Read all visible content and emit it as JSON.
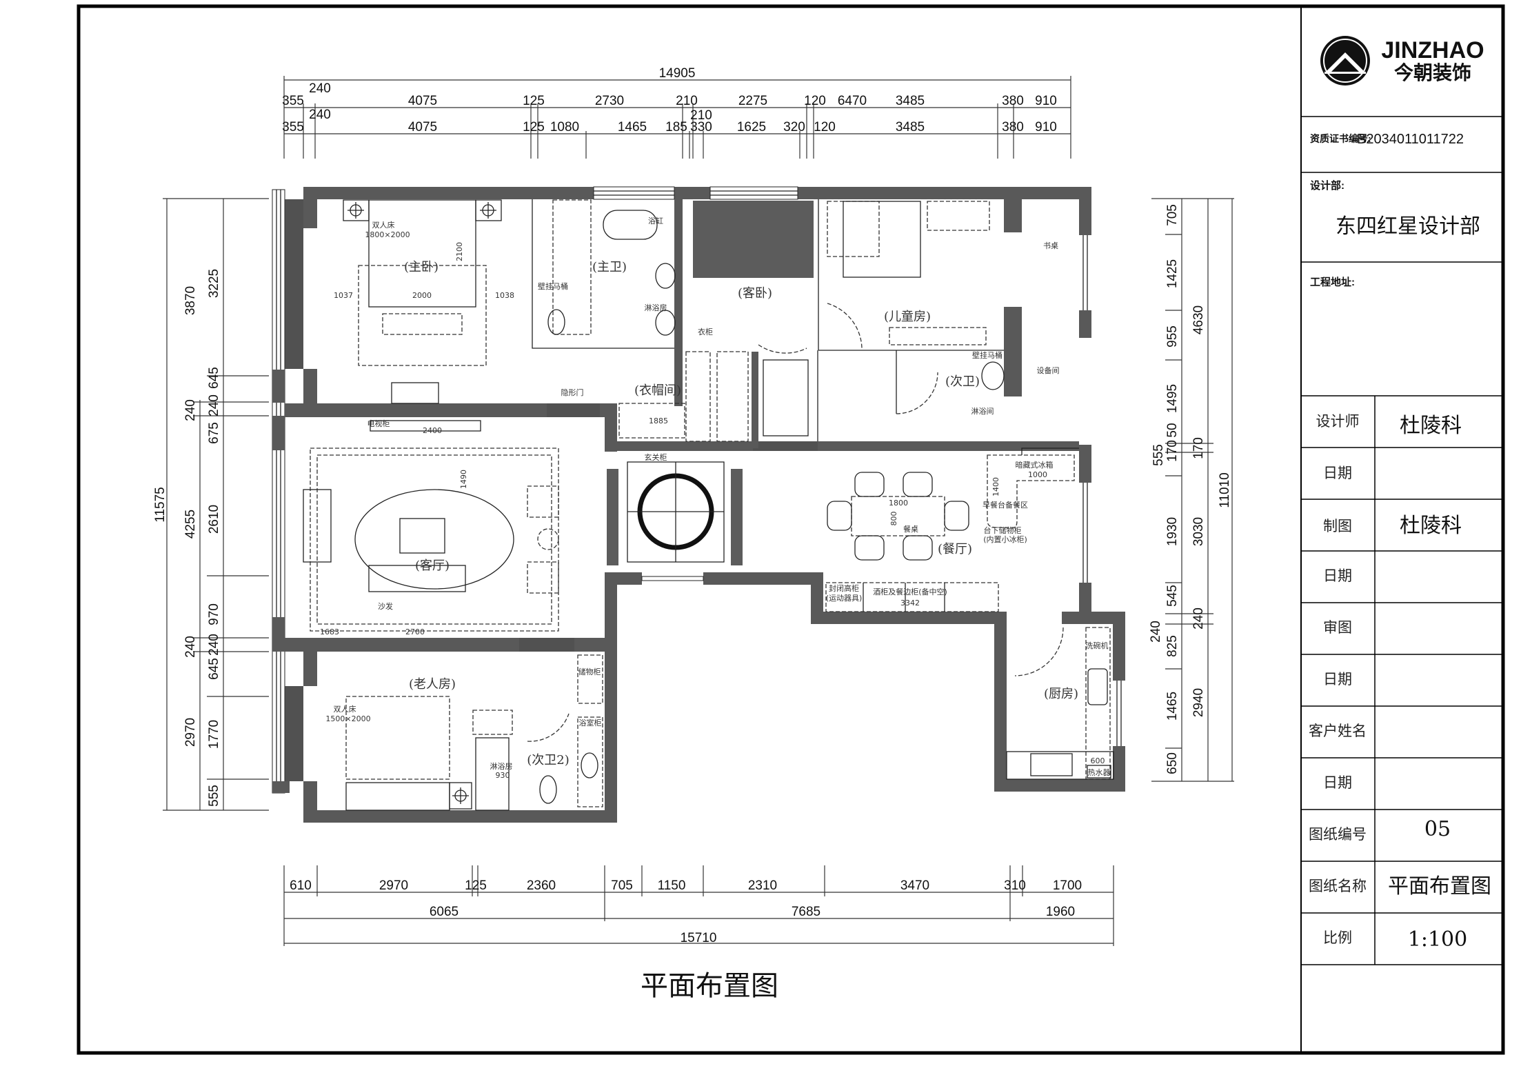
{
  "title_block": {
    "logo_text_en": "JINZHAO",
    "logo_text_cn": "今朝装饰",
    "cert_label": "资质证书编号:",
    "cert_number": "B2034011011722",
    "dept_label": "设计部:",
    "dept_value": "东四红星设计部",
    "address_label": "工程地址:",
    "address_value": "",
    "rows": [
      {
        "label": "设计师",
        "value": "杜陵科"
      },
      {
        "label": "日期",
        "value": ""
      },
      {
        "label": "制图",
        "value": "杜陵科"
      },
      {
        "label": "日期",
        "value": ""
      },
      {
        "label": "审图",
        "value": ""
      },
      {
        "label": "日期",
        "value": ""
      },
      {
        "label": "客户姓名",
        "value": ""
      },
      {
        "label": "日期",
        "value": ""
      },
      {
        "label": "图纸编号",
        "value": "05"
      },
      {
        "label": "图纸名称",
        "value": "平面布置图"
      },
      {
        "label": "比例",
        "value": "1:100"
      }
    ]
  },
  "drawing_title": "平面布置图",
  "dims": {
    "top_total": "14905",
    "top_row1": [
      "355",
      "240",
      "4075",
      "125",
      "2730",
      "210",
      "2275",
      "120",
      "6470",
      "3485",
      "380",
      "910"
    ],
    "top_row2": [
      "355",
      "240",
      "4075",
      "125",
      "1080",
      "1465",
      "185",
      "210",
      "330",
      "1625",
      "320",
      "120",
      "3485",
      "380",
      "910"
    ],
    "left_total": "11575",
    "left_col1": [
      "3870",
      "240",
      "4255",
      "240",
      "2970"
    ],
    "left_col2": [
      "3225",
      "645",
      "240",
      "675",
      "2610",
      "970",
      "240",
      "645",
      "1770",
      "555"
    ],
    "right_total": "11010",
    "right_col1": [
      "705",
      "1425",
      "955",
      "1495",
      "50",
      "555",
      "170",
      "1930",
      "545",
      "240",
      "825",
      "1465",
      "650"
    ],
    "right_col2": [
      "4630",
      "170",
      "3030",
      "240",
      "2940"
    ],
    "bottom_row1": [
      "610",
      "2970",
      "125",
      "2360",
      "705",
      "1150",
      "2310",
      "3470",
      "310",
      "1700"
    ],
    "bottom_row2": [
      "6065",
      "7685",
      "1960"
    ],
    "bottom_total": "15710"
  },
  "rooms": {
    "master_bedroom": "(主卧)",
    "master_bath": "(主卫)",
    "guest_bedroom": "(客卧)",
    "kids_room": "(儿童房)",
    "cloakroom": "(衣帽间)",
    "second_bath": "(次卫)",
    "equipment_room": "设备间",
    "living_room": "(客厅)",
    "dining_room": "(餐厅)",
    "elderly_room": "(老人房)",
    "second_bath_2": "(次卫2)",
    "kitchen": "(厨房)"
  },
  "notes": {
    "double_bed": "双人床",
    "bed_size_1": "1800×2000",
    "bed_dim_w": "2000",
    "bed_dim_l": "2100",
    "bed_side_l": "1037",
    "bed_side_r": "1038",
    "bathtub": "浴缸",
    "wall_toilet": "壁挂马桶",
    "shower": "淋浴房",
    "wardrobe": "衣柜",
    "hidden_door": "隐形门",
    "desk": "书桌",
    "shower_room": "淋浴间",
    "wall_toilet_2": "壁挂马桶",
    "tv_cabinet": "电视柜",
    "tv_dim": "2400",
    "sofa": "沙发",
    "sofa_dim": "2700",
    "living_dim_1": "1683",
    "living_dim_2": "1490",
    "foyer_cabinet": "玄关柜",
    "cloak_dim": "1885",
    "dining_table": "餐桌",
    "table_dim_l": "1800",
    "table_dim_w": "800",
    "hidden_fridge": "暗藏式冰箱",
    "fridge_dim": "1000",
    "breakfast_bar": "早餐台备餐区",
    "bar_dim": "1400",
    "under_storage": "台下储物柜",
    "under_storage_sub": "(内置小冰柜)",
    "tall_cabinet": "封闭高柜",
    "tall_cabinet_sub": "(运动器具)",
    "wine_cabinet": "酒柜及餐边柜(备中空)",
    "wine_dim": "3342",
    "dishwasher": "洗碗机",
    "water_heater": "热水器",
    "water_heater_dim": "600",
    "double_bed_2": "双人床",
    "bed_size_2": "1500×2000",
    "storage_cabinet": "储物柜",
    "shower_2": "淋浴房",
    "shower_2_dim": "930",
    "vanity": "浴室柜"
  },
  "colors": {
    "wall": "#595959",
    "line": "#222222",
    "border": "#000000"
  }
}
